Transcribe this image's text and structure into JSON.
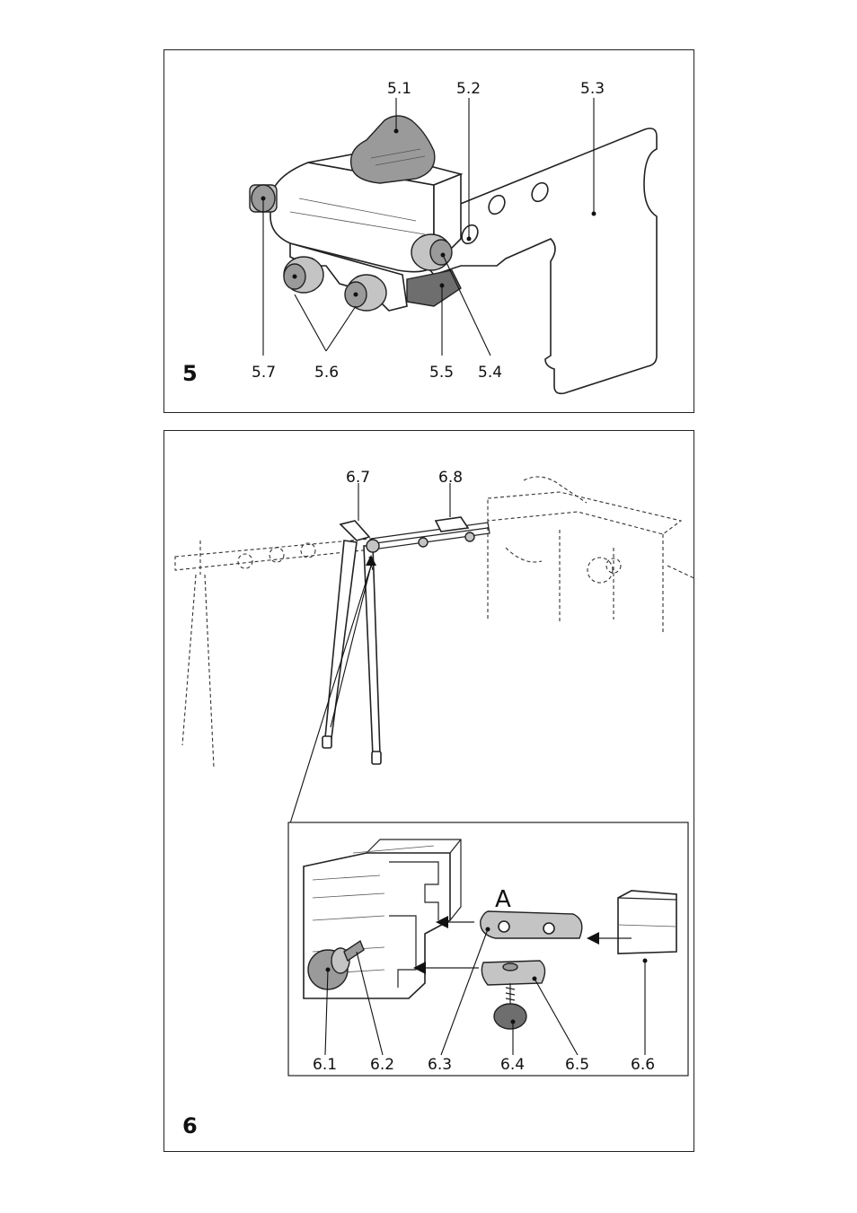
{
  "figure5": {
    "number": "5",
    "labels": {
      "l51": "5.1",
      "l52": "5.2",
      "l53": "5.3",
      "l54": "5.4",
      "l55": "5.5",
      "l56": "5.6",
      "l57": "5.7"
    }
  },
  "figure6": {
    "number": "6",
    "labels": {
      "l67": "6.7",
      "l68": "6.8",
      "l61": "6.1",
      "l62": "6.2",
      "l63": "6.3",
      "l64": "6.4",
      "l65": "6.5",
      "l66": "6.6"
    },
    "detail_letter": "A"
  }
}
